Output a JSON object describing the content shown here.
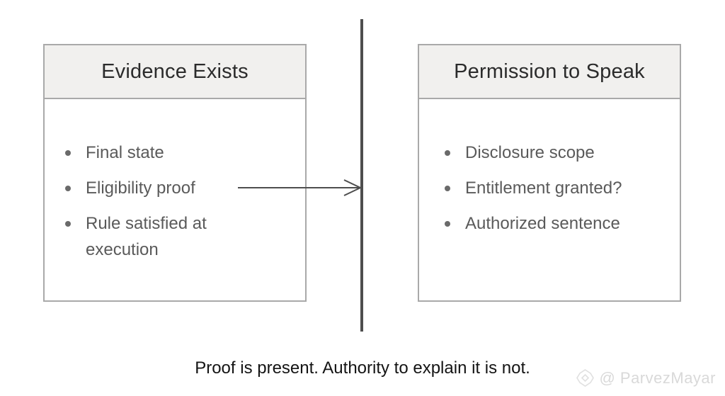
{
  "diagram": {
    "left_box": {
      "title": "Evidence Exists",
      "items": [
        "Final state",
        "Eligibility proof",
        "Rule satisfied at execution"
      ]
    },
    "right_box": {
      "title": "Permission to Speak",
      "items": [
        "Disclosure scope",
        "Entitlement granted?",
        "Authorized sentence"
      ]
    },
    "caption": "Proof is present. Authority to explain it is not.",
    "watermark": {
      "icon": "gem-logo-icon",
      "text": "@ ParvezMayar"
    },
    "colors": {
      "header_bg": "#f1f0ee",
      "box_border": "#a9a9a9",
      "divider": "#4e4e4e",
      "arrow": "#4e4e4e",
      "title_text": "#2b2b2b",
      "item_text": "#5a5a5a",
      "caption_text": "#141414",
      "watermark_text": "#d9d9d9"
    }
  }
}
